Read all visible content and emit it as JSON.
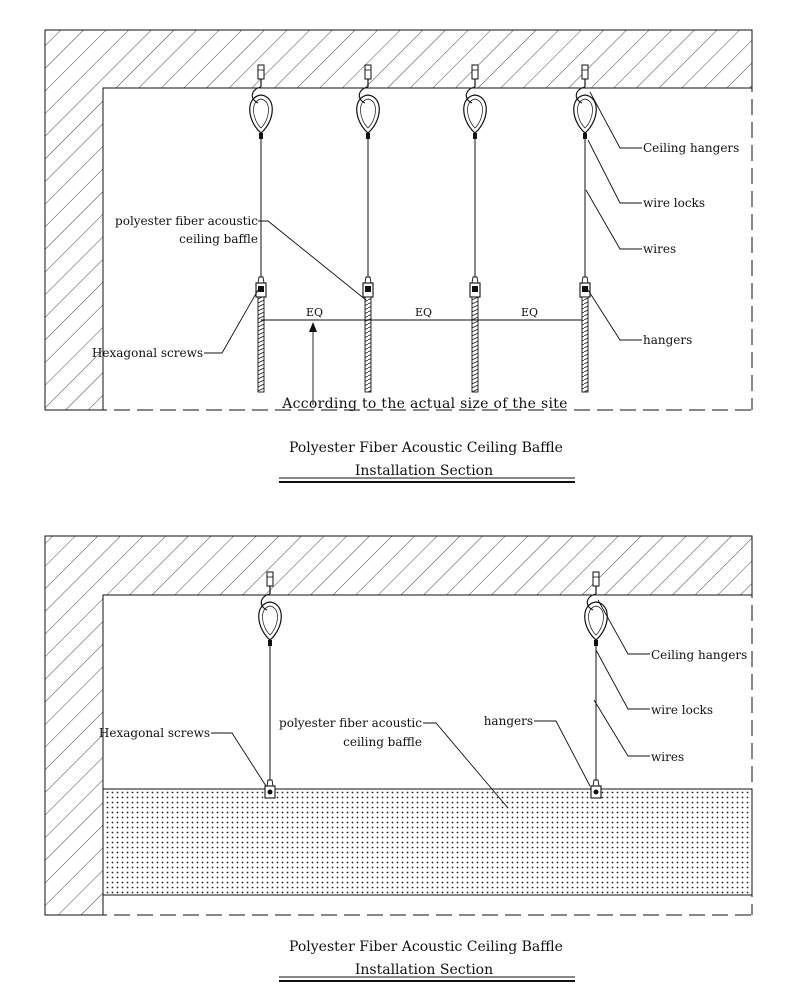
{
  "section1": {
    "labels": {
      "ceiling_hangers": "Ceiling hangers",
      "wire_locks": "wire locks",
      "wires": "wires",
      "hangers": "hangers",
      "baffle_line1": "polyester fiber acoustic",
      "baffle_line2": "ceiling baffle",
      "hex_screws": "Hexagonal screws",
      "eq": "EQ",
      "site_note": "According to the actual size of the site"
    },
    "title": {
      "line1": "Polyester Fiber Acoustic Ceiling Baffle",
      "line2": "Installation Section"
    }
  },
  "section2": {
    "labels": {
      "ceiling_hangers": "Ceiling hangers",
      "wire_locks": "wire locks",
      "wires": "wires",
      "hangers": "hangers",
      "baffle_line1": "polyester fiber acoustic",
      "baffle_line2": "ceiling baffle",
      "hex_screws": "Hexagonal screws"
    },
    "title": {
      "line1": "Polyester Fiber Acoustic Ceiling Baffle",
      "line2": "Installation Section"
    }
  },
  "colors": {
    "ink": "#111111",
    "background": "#ffffff"
  }
}
